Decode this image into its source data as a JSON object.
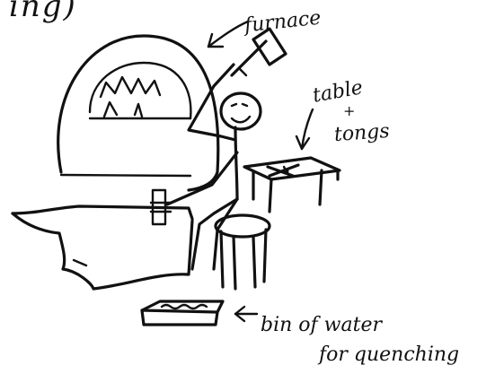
{
  "sketch": {
    "top_fragment": "ing)",
    "labels": {
      "furnace": "furnace",
      "table": "table",
      "plus": "+",
      "tongs": "tongs",
      "bin_line1": "bin of water",
      "bin_line2": "for quenching"
    }
  },
  "colors": {
    "ink": "#111111",
    "paper": "#ffffff"
  }
}
